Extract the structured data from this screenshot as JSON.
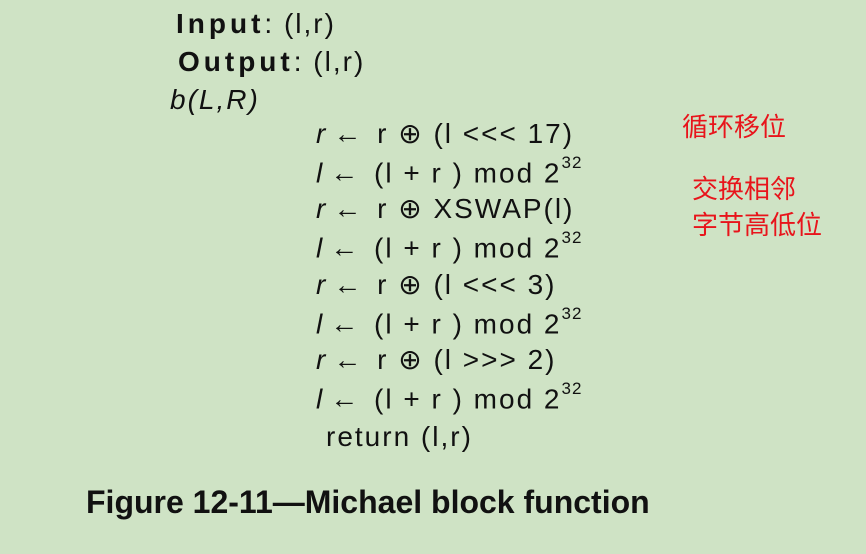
{
  "header": {
    "input_label": "Input",
    "input_params": ": (l,r)",
    "output_label": "Output",
    "output_params": ": (l,r)",
    "signature": "b(L,R)"
  },
  "steps": [
    {
      "lhs": "r",
      "op": "← ",
      "rhs": "r ⊕ (l <<< 17)"
    },
    {
      "lhs": "l",
      "op": "← ",
      "rhs": "(l + r ) mod 2",
      "exp": "32"
    },
    {
      "lhs": "r",
      "op": "← ",
      "rhs": "r ⊕  XSWAP(l)"
    },
    {
      "lhs": "l",
      "op": "← ",
      "rhs": "(l + r ) mod 2",
      "exp": "32"
    },
    {
      "lhs": "r",
      "op": "← ",
      "rhs": "r ⊕ (l <<< 3)"
    },
    {
      "lhs": "l",
      "op": "← ",
      "rhs": "(l + r ) mod 2",
      "exp": "32"
    },
    {
      "lhs": "r",
      "op": "← ",
      "rhs": "r ⊕ (l >>> 2)"
    },
    {
      "lhs": "l",
      "op": "← ",
      "rhs": "(l + r ) mod 2",
      "exp": "32"
    }
  ],
  "return_line": "return (l,r)",
  "annotations": {
    "rotate": "循环移位",
    "swap_line1": "交换相邻",
    "swap_line2": "字节高低位"
  },
  "caption": "Figure 12-11—Michael block function"
}
